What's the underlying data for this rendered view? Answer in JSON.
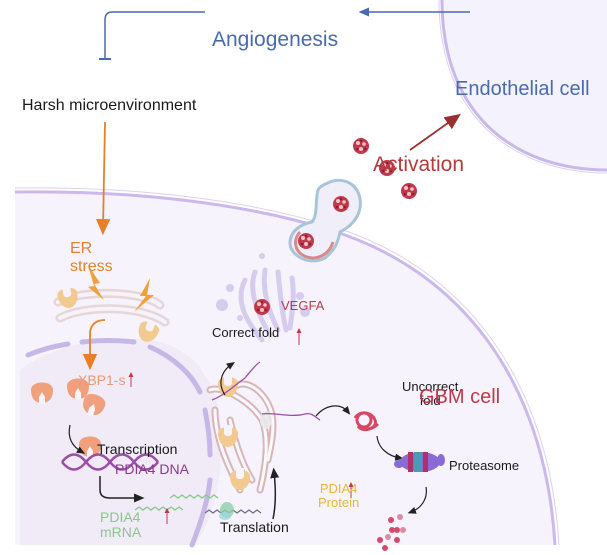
{
  "diagram": {
    "title": "PDIA4-mediated VEGFA secretion under ER stress in GBM cells promotes angiogenesis",
    "colors": {
      "angiogenesis": "#4a6aae",
      "activation": "#b33a3a",
      "er_stress": "#e8802a",
      "vegfa": "#c0394b",
      "gbm_cell": "#c0394b",
      "xbp1": "#e89a78",
      "dna": "#8a3a8a",
      "mrna": "#8cc58c",
      "protein": "#e3b93a",
      "cell_fill": "#f6f3fc",
      "membrane": "#c9b8ea",
      "upregulation_arrow": "#c0394b"
    },
    "labels": {
      "angiogenesis": "Angiogenesis",
      "endothelial_cell": "Endothelial cell",
      "harsh_microenvironment": "Harsh microenvironment",
      "activation": "Activation",
      "er_stress_line1": "ER",
      "er_stress_line2": "stress",
      "vegfa": "VEGFA",
      "correct_fold": "Correct fold",
      "xbp1s": "XBP1-s",
      "uncorrect_fold_line1": "Uncorrect",
      "uncorrect_fold_line2": "fold",
      "gbm_cell": "GBM cell",
      "transcription": "Transcription",
      "pdia4_dna": "PDIA4 DNA",
      "proteasome": "Proteasome",
      "pdia4_protein_line1": "PDIA4",
      "pdia4_protein_line2": "Protein",
      "pdia4_mrna_line1": "PDIA4",
      "pdia4_mrna_line2": "mRNA",
      "translation": "Translation"
    },
    "relations": [
      {
        "from": "endothelial_cell",
        "to": "angiogenesis",
        "type": "arrow"
      },
      {
        "from": "angiogenesis",
        "to": "harsh_microenvironment",
        "type": "inhibition"
      },
      {
        "from": "harsh_microenvironment",
        "to": "er_stress",
        "type": "arrow"
      },
      {
        "from": "er_stress",
        "to": "xbp1s",
        "type": "arrow"
      },
      {
        "from": "xbp1s",
        "to": "transcription",
        "type": "arrow"
      },
      {
        "from": "pdia4_dna",
        "to": "pdia4_mrna",
        "type": "arrow"
      },
      {
        "from": "translation",
        "to": "er",
        "type": "arrow"
      },
      {
        "from": "er",
        "to": "correct_fold",
        "type": "arrow"
      },
      {
        "from": "er",
        "to": "uncorrect_fold",
        "type": "arrow"
      },
      {
        "from": "uncorrect_fold",
        "to": "proteasome",
        "type": "arrow"
      },
      {
        "from": "proteasome",
        "to": "degraded_peptides",
        "type": "arrow"
      },
      {
        "from": "vegfa_secretion",
        "to": "endothelial_cell",
        "type": "arrow",
        "label": "Activation"
      }
    ],
    "upregulated": [
      "xbp1s",
      "correct_fold",
      "pdia4_protein",
      "pdia4_mrna"
    ]
  }
}
